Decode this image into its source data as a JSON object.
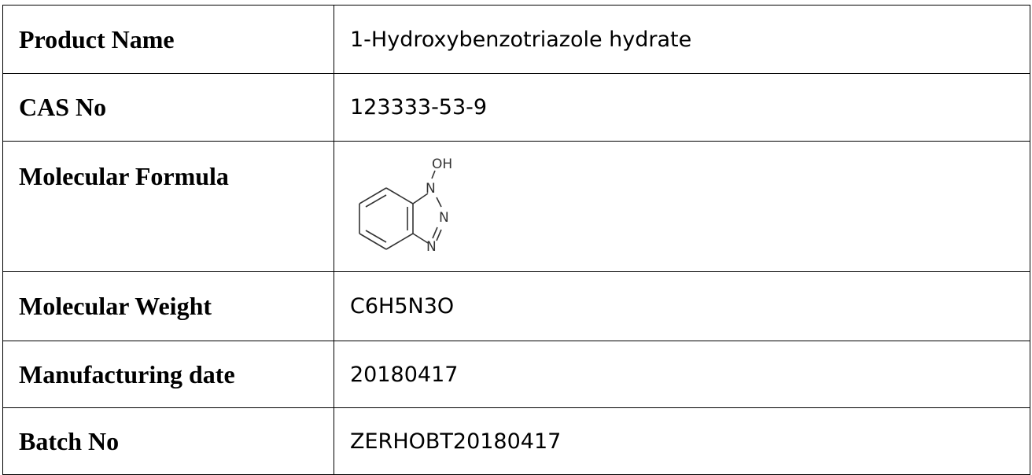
{
  "rows": [
    {
      "label": "Product Name",
      "value": "1-Hydroxybenzotriazole hydrate"
    },
    {
      "label": "CAS No",
      "value": "123333-53-9"
    },
    {
      "label": "Molecular Formula",
      "value": "",
      "structure_atoms": [
        "OH",
        "N",
        "N",
        "N"
      ]
    },
    {
      "label": "Molecular Weight",
      "value": "C6H5N3O"
    },
    {
      "label": "Manufacturing date",
      "value": "20180417"
    },
    {
      "label": "Batch No",
      "value": "ZERHOBT20180417"
    }
  ]
}
